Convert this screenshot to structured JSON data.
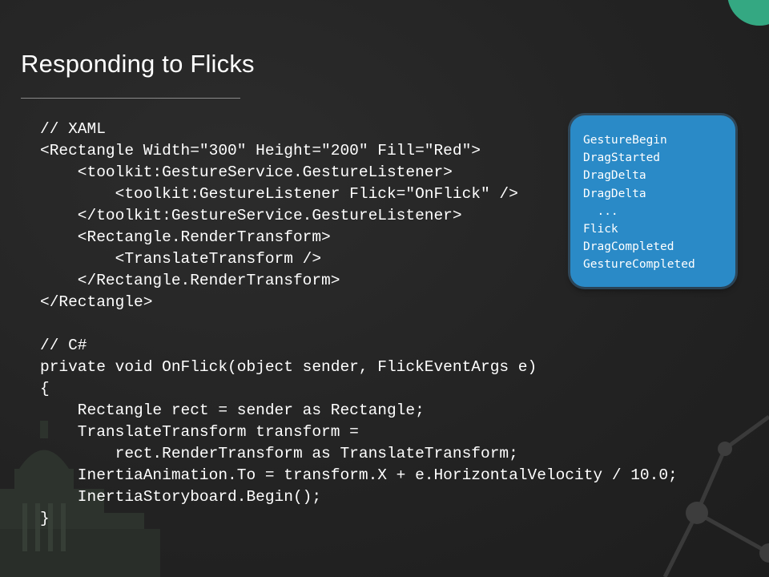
{
  "slide": {
    "title": "Responding to Flicks"
  },
  "code": {
    "lines": [
      "// XAML",
      "<Rectangle Width=\"300\" Height=\"200\" Fill=\"Red\">",
      "    <toolkit:GestureService.GestureListener>",
      "        <toolkit:GestureListener Flick=\"OnFlick\" />",
      "    </toolkit:GestureService.GestureListener>",
      "    <Rectangle.RenderTransform>",
      "        <TranslateTransform />",
      "    </Rectangle.RenderTransform>",
      "</Rectangle>",
      "",
      "// C#",
      "private void OnFlick(object sender, FlickEventArgs e)",
      "{",
      "    Rectangle rect = sender as Rectangle;",
      "    TranslateTransform transform =",
      "        rect.RenderTransform as TranslateTransform;",
      "    InertiaAnimation.To = transform.X + e.HorizontalVelocity / 10.0;",
      "    InertiaStoryboard.Begin();",
      "}"
    ]
  },
  "callout": {
    "events": [
      "GestureBegin",
      "DragStarted",
      "DragDelta",
      "DragDelta",
      "  ...",
      "Flick",
      "DragCompleted",
      "GestureCompleted"
    ]
  },
  "colors": {
    "background": "#242424",
    "callout_fill": "#2a8ac7",
    "accent_circle": "#34a882",
    "text": "#ffffff"
  }
}
